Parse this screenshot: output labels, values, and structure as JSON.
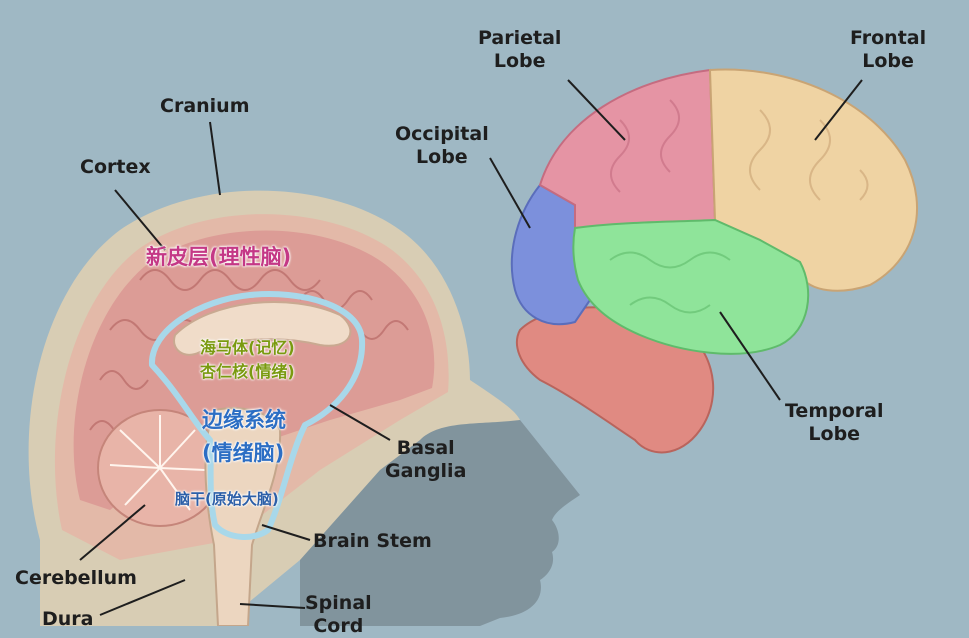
{
  "labels": {
    "parietal": [
      "Parietal",
      "Lobe"
    ],
    "frontal": [
      "Frontal",
      "Lobe"
    ],
    "occipital": [
      "Occipital",
      "Lobe"
    ],
    "temporal": [
      "Temporal",
      "Lobe"
    ],
    "cranium": "Cranium",
    "cortex": "Cortex",
    "basal": [
      "Basal",
      "Ganglia"
    ],
    "brain_stem": "Brain Stem",
    "cerebellum": "Cerebellum",
    "dura": "Dura",
    "spinal": [
      "Spinal",
      "Cord"
    ]
  },
  "annotations": {
    "neocortex": "新皮层(理性脑)",
    "hippocampus": "海马体(记忆)",
    "amygdala": "杏仁核(情绪)",
    "limbic_1": "边缘系统",
    "limbic_2": "(情绪脑)",
    "brainstem_cn": "脑干(原始大脑)"
  },
  "colors": {
    "background": "#9fb8c4",
    "head_silhouette": "#7b8d96",
    "parietal_lobe": "#e594a4",
    "frontal_lobe": "#efd3a3",
    "occipital_lobe": "#7c90dc",
    "temporal_lobe": "#8fe49a",
    "cerebellum_lateral": "#e08a82",
    "cortex_section": "#dc9c96",
    "limbic_outline": "#a8d8ea",
    "neocortex_text": "#c43886",
    "hippocampus_text": "#7a9a10",
    "limbic_text": "#2c6ec4"
  }
}
